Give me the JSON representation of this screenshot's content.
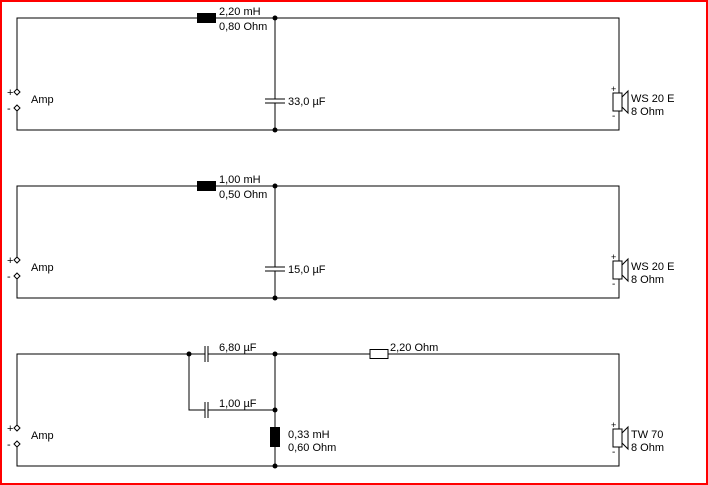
{
  "circuits": [
    {
      "source": {
        "label": "Amp",
        "plus": "+",
        "minus": "-"
      },
      "series": {
        "type": "inductor",
        "value": "2,20 mH",
        "resistance": "0,80 Ohm"
      },
      "shunt": {
        "type": "capacitor",
        "value": "33,0 µF"
      },
      "load": {
        "name": "WS 20 E",
        "impedance": "8 Ohm"
      }
    },
    {
      "source": {
        "label": "Amp",
        "plus": "+",
        "minus": "-"
      },
      "series": {
        "type": "inductor",
        "value": "1,00 mH",
        "resistance": "0,50 Ohm"
      },
      "shunt": {
        "type": "capacitor",
        "value": "15,0 µF"
      },
      "load": {
        "name": "WS 20 E",
        "impedance": "8 Ohm"
      }
    },
    {
      "source": {
        "label": "Amp",
        "plus": "+",
        "minus": "-"
      },
      "series_cap1": {
        "type": "capacitor",
        "value": "6,80 µF"
      },
      "series_cap2": {
        "type": "capacitor",
        "value": "1,00 µF"
      },
      "resistor": {
        "type": "resistor",
        "value": "2,20 Ohm"
      },
      "shunt": {
        "type": "inductor",
        "value": "0,33 mH",
        "resistance": "0,60 Ohm"
      },
      "load": {
        "name": "TW 70",
        "impedance": "8 Ohm"
      }
    }
  ],
  "colors": {
    "border": "#ff0000",
    "wire": "#000000"
  }
}
